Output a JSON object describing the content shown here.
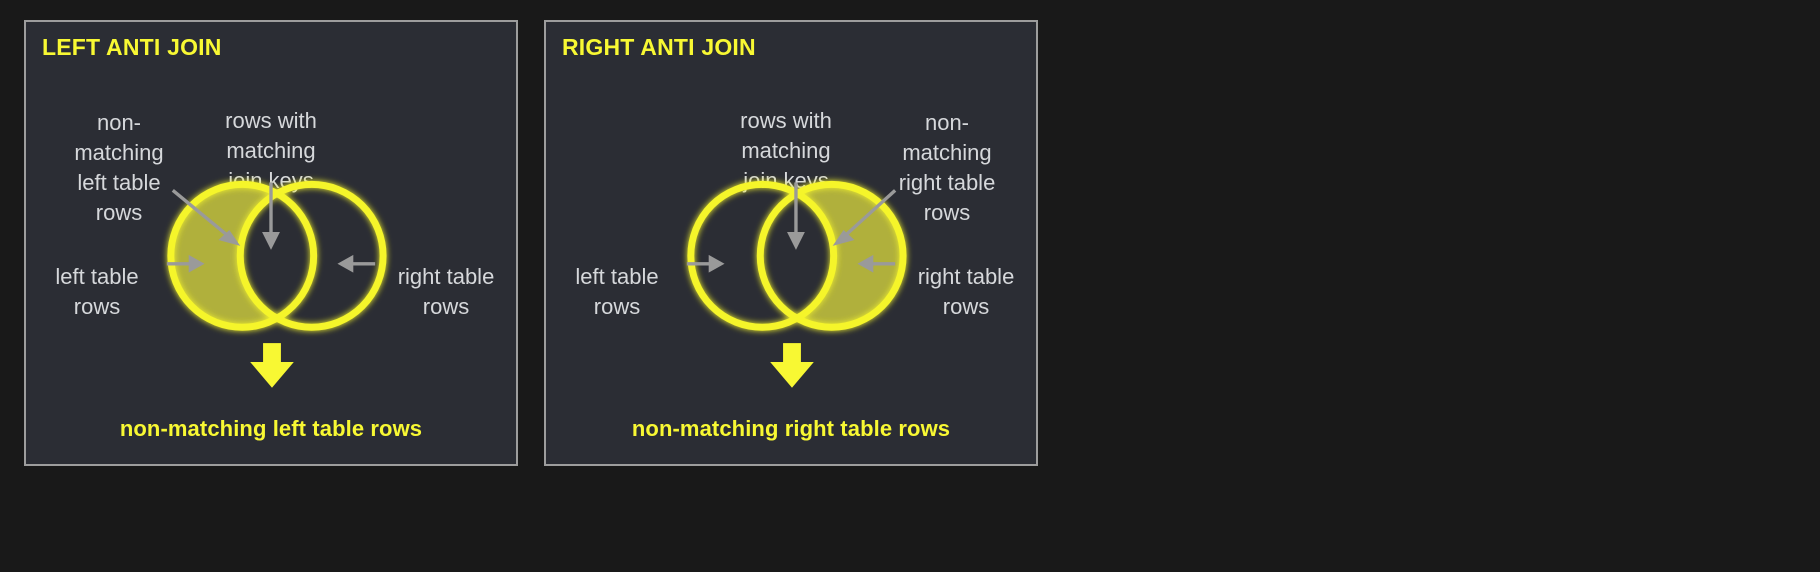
{
  "colors": {
    "page_background": "#191919",
    "panel_background": "#2b2d34",
    "panel_border": "#9d9d9d",
    "accent_yellow": "#f8f833",
    "circle_stroke": "#f5f52a",
    "fill_olive": "#b0b03c",
    "label_text": "#d6d8db",
    "arrow_gray": "#9a9a9a"
  },
  "panels": [
    {
      "id": "left-anti-join",
      "title": "LEFT ANTI JOIN",
      "caption": "non-matching left table rows",
      "filled_side": "left",
      "annotations": {
        "top_left": "non-\nmatching\nleft table\nrows",
        "top_right": "rows with\nmatching\njoin keys",
        "side_left": "left table\nrows",
        "side_right": "right table\nrows"
      }
    },
    {
      "id": "right-anti-join",
      "title": "RIGHT ANTI JOIN",
      "caption": "non-matching right table rows",
      "filled_side": "right",
      "annotations": {
        "top_left": "rows with\nmatching\njoin keys",
        "top_right": "non-\nmatching\nright table\nrows",
        "side_left": "left table\nrows",
        "side_right": "right table\nrows"
      }
    }
  ]
}
